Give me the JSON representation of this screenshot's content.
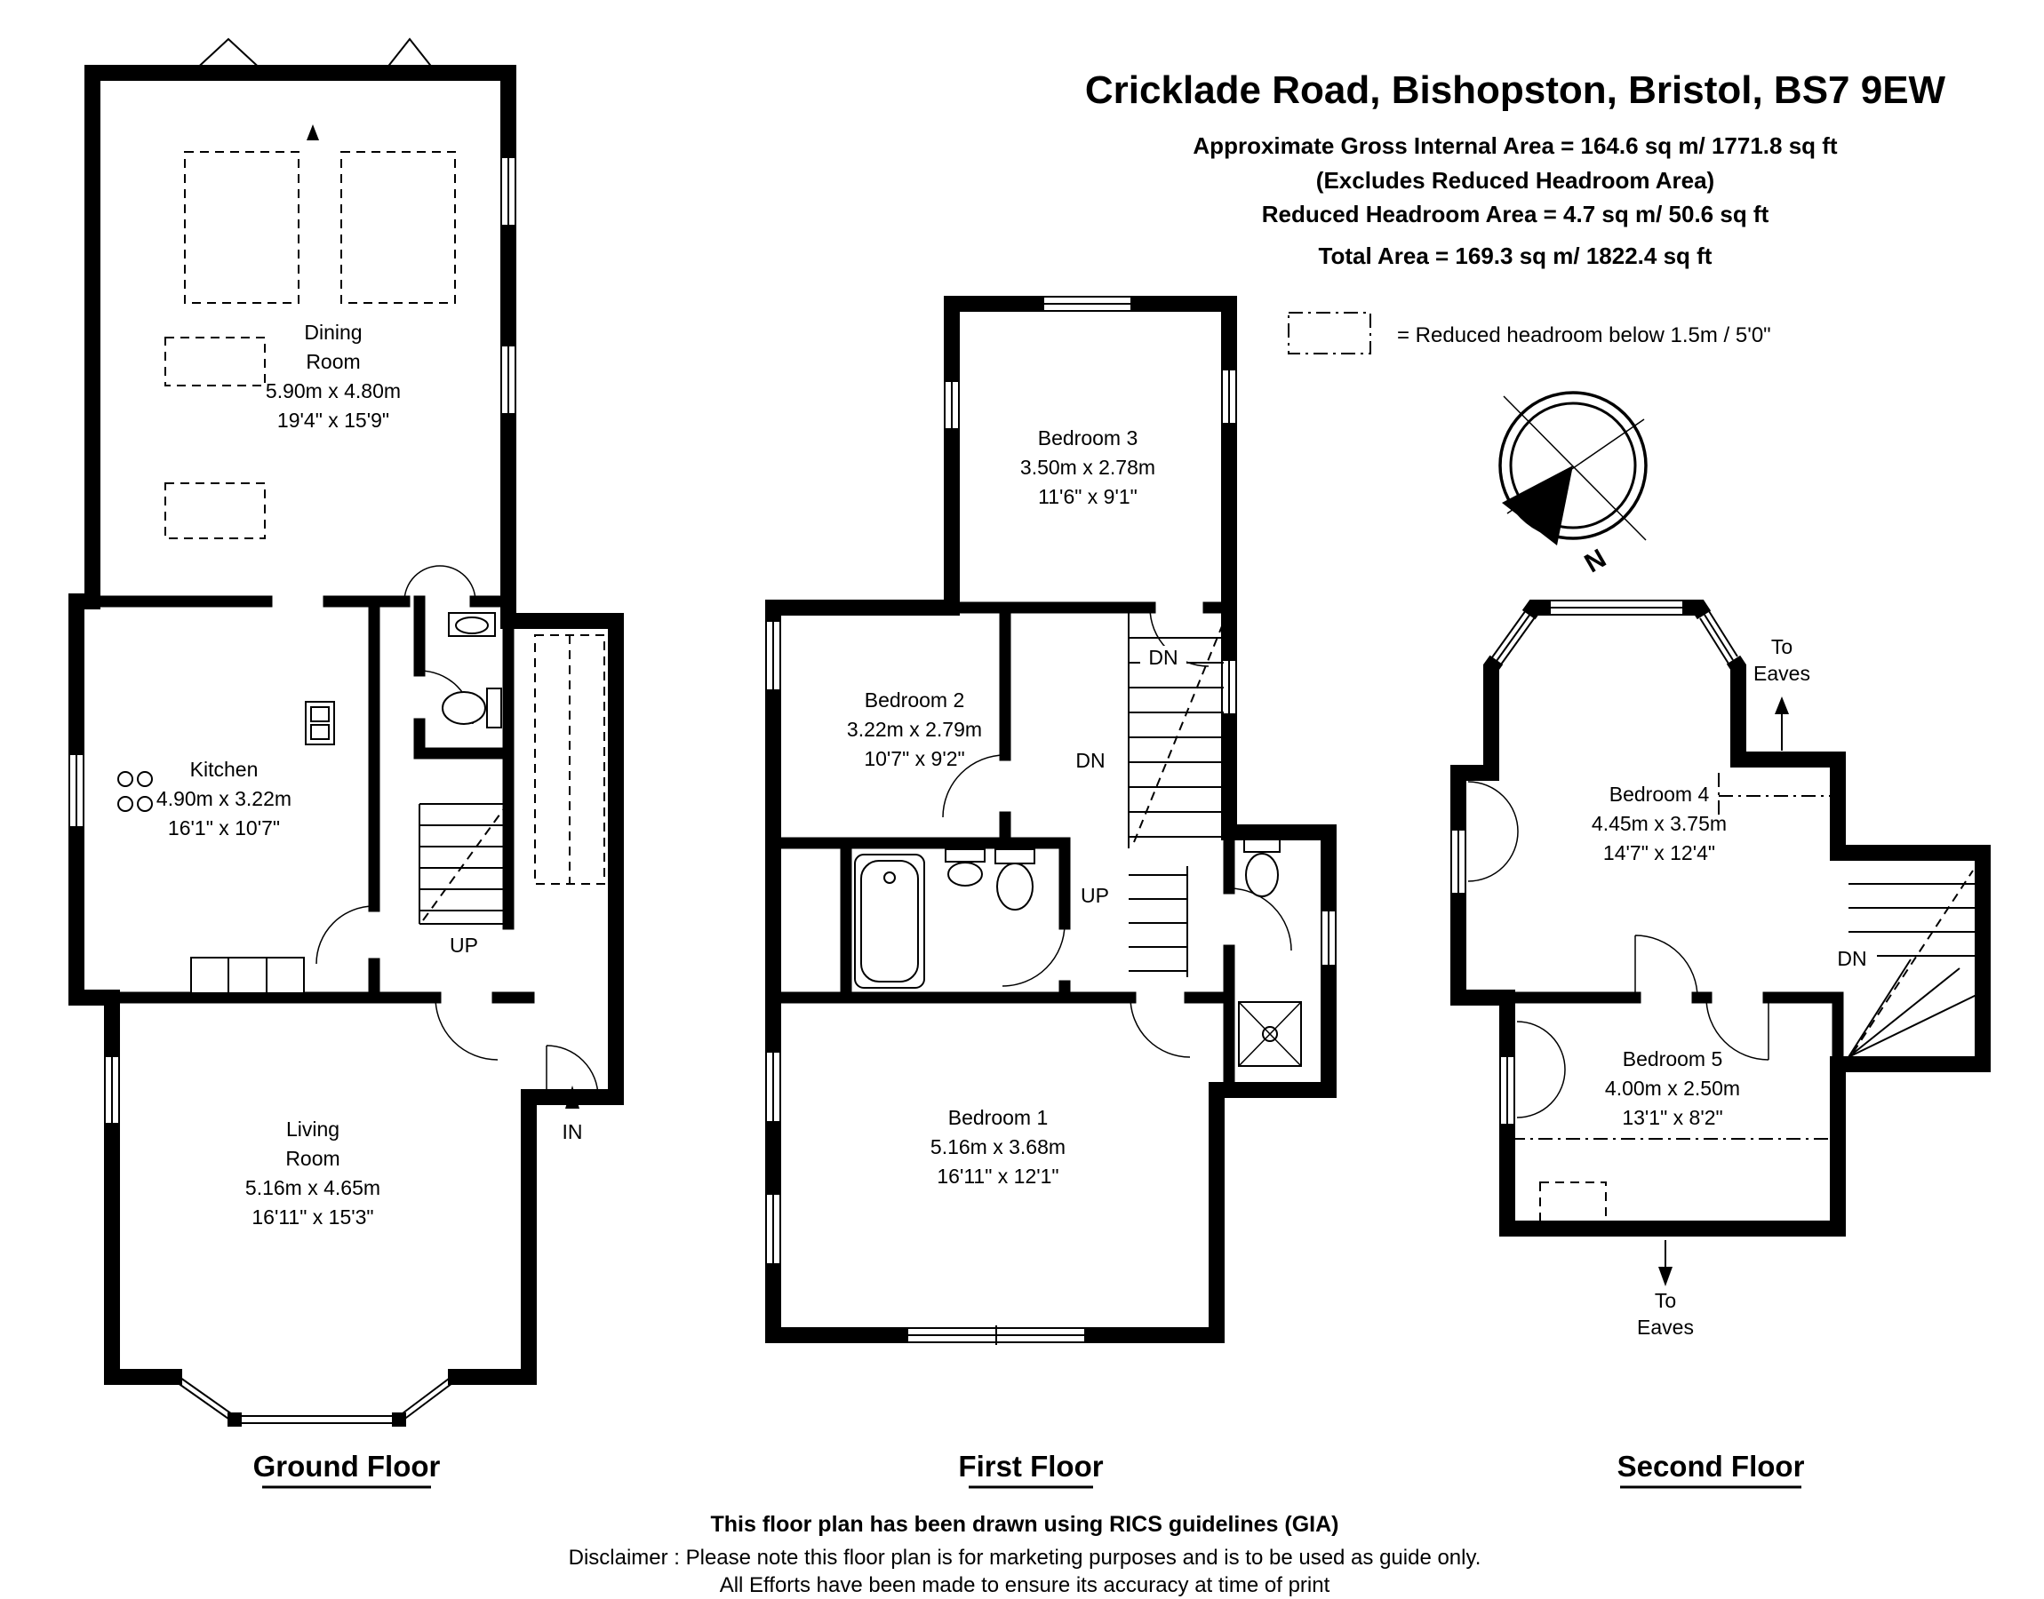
{
  "header": {
    "title": "Cricklade Road, Bishopston, Bristol, BS7 9EW",
    "area_lines": [
      "Approximate Gross Internal Area = 164.6 sq m/ 1771.8 sq ft",
      "(Excludes Reduced Headroom Area)",
      "Reduced Headroom Area = 4.7 sq m/ 50.6 sq ft",
      "Total Area = 169.3 sq m/ 1822.4 sq ft"
    ],
    "legend_text": "= Reduced headroom below 1.5m / 5'0\"",
    "compass_label": "N"
  },
  "floors": {
    "ground": {
      "title": "Ground Floor",
      "dining": [
        "Dining",
        "Room",
        "5.90m x 4.80m",
        "19'4\" x 15'9\""
      ],
      "kitchen": [
        "Kitchen",
        "4.90m x 3.22m",
        "16'1\" x 10'7\""
      ],
      "living": [
        "Living",
        "Room",
        "5.16m x 4.65m",
        "16'11\" x 15'3\""
      ],
      "up_label": "UP",
      "in_label": "IN"
    },
    "first": {
      "title": "First Floor",
      "bedroom3": [
        "Bedroom 3",
        "3.50m x 2.78m",
        "11'6\" x 9'1\""
      ],
      "bedroom2": [
        "Bedroom 2",
        "3.22m x 2.79m",
        "10'7\" x 9'2\""
      ],
      "bedroom1": [
        "Bedroom 1",
        "5.16m x 3.68m",
        "16'11\" x 12'1\""
      ],
      "dn_top_label": "DN",
      "dn_mid_label": "DN",
      "up_label": "UP"
    },
    "second": {
      "title": "Second Floor",
      "bedroom4": [
        "Bedroom 4",
        "4.45m x 3.75m",
        "14'7\" x 12'4\""
      ],
      "bedroom5": [
        "Bedroom 5",
        "4.00m x 2.50m",
        "13'1\" x 8'2\""
      ],
      "eaves_top": [
        "To",
        "Eaves"
      ],
      "eaves_bottom": [
        "To",
        "Eaves"
      ],
      "dn_label": "DN"
    }
  },
  "footer": {
    "rics_line": "This floor plan has been drawn using RICS guidelines (GIA)",
    "disclaimer_line": "Disclaimer : Please note this floor plan is for marketing purposes and is to be used as guide only.",
    "accuracy_line": "All Efforts have been made to ensure its accuracy at time of print"
  },
  "colors": {
    "wall": "#000000",
    "background": "#ffffff",
    "text": "#000000"
  }
}
